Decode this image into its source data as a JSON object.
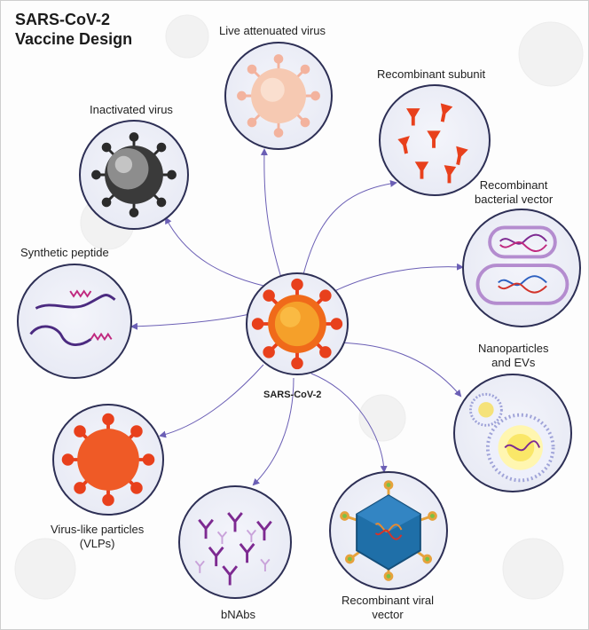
{
  "title": {
    "line1": "SARS-CoV-2",
    "line2": "Vaccine Design"
  },
  "center": {
    "label": "SARS-CoV-2",
    "icon": "coronavirus-icon"
  },
  "nodes": {
    "live_attenuated": {
      "label": "Live attenuated virus"
    },
    "inactivated": {
      "label": "Inactivated virus"
    },
    "recombinant_subunit": {
      "label": "Recombinant subunit"
    },
    "bacterial_vector": {
      "line1": "Recombinant",
      "line2": "bacterial vector"
    },
    "synthetic_peptide": {
      "label": "Synthetic peptide"
    },
    "nanoparticles": {
      "line1": "Nanoparticles",
      "line2": "and EVs"
    },
    "vlps": {
      "line1": "Virus-like particles",
      "line2": "(VLPs)"
    },
    "bnabs": {
      "label": "bNAbs"
    },
    "viral_vector": {
      "line1": "Recombinant viral",
      "line2": "vector"
    }
  },
  "colors": {
    "arrow": "#6b5fb5",
    "circle_border": "#2d2f55",
    "virus_orange": "#f06a1a",
    "spike_red": "#e8401c",
    "dna_purple": "#7d2a91",
    "dna_magenta": "#c0297f"
  }
}
